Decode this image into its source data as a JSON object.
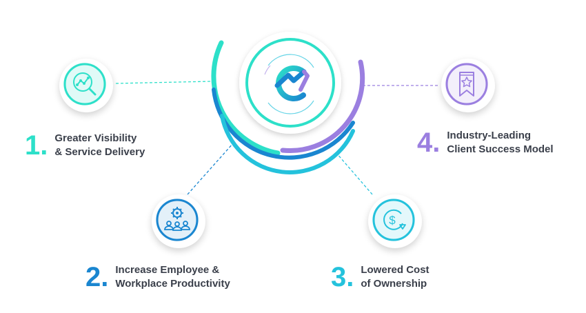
{
  "colors": {
    "teal": "#2de0c9",
    "cyan": "#24c2dc",
    "blue": "#1a86d0",
    "purple": "#9b7fe0",
    "text": "#3a3f4a"
  },
  "items": [
    {
      "number": "1.",
      "line1": "Greater Visibility",
      "line2": "& Service Delivery",
      "icon": "magnifier-chart-icon",
      "color": "#2de0c9"
    },
    {
      "number": "2.",
      "line1": "Increase Employee &",
      "line2": "Workplace Productivity",
      "icon": "team-gear-icon",
      "color": "#1a86d0"
    },
    {
      "number": "3.",
      "line1": "Lowered Cost",
      "line2": "of Ownership",
      "icon": "dollar-cycle-icon",
      "color": "#24c2dc"
    },
    {
      "number": "4.",
      "line1": "Industry-Leading",
      "line2": "Client Success Model",
      "icon": "ribbon-star-icon",
      "color": "#9b7fe0"
    }
  ],
  "center": {
    "icon": "brand-logo-icon"
  }
}
